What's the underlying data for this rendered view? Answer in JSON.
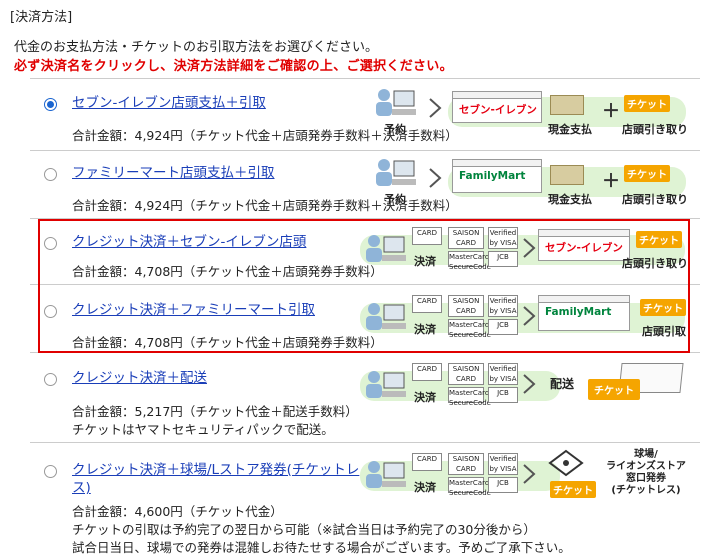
{
  "header": {
    "title": "[決済方法]",
    "intro": "代金のお支払方法・チケットのお引取方法をお選びください。",
    "warning": "必ず決済名をクリックし、決済方法詳細をご確認の上、ご選択ください。"
  },
  "labels": {
    "yoyaku": "予約",
    "kessai": "決済",
    "cash": "現金支払",
    "pickup": "店頭引き取り",
    "pickup2": "店頭引取",
    "ticket": "チケット",
    "delivery": "配送",
    "stadium": "球場/\nライオンズストア\n窓口発券\n(チケットレス)",
    "seven": "セブン-イレブン",
    "family": "FamilyMart",
    "card": "CARD",
    "saison": "SAISON CARD",
    "verified": "Verified by VISA",
    "mastercard": "MasterCard SecureCode",
    "jcb": "JCB"
  },
  "options": [
    {
      "name": "セブン-イレブン店頭支払＋引取",
      "selected": true,
      "total": "合計金額：4,924円（チケット代金＋店頭発券手数料＋決済手数料）",
      "notes": []
    },
    {
      "name": "ファミリーマート店頭支払＋引取",
      "selected": false,
      "total": "合計金額：4,924円（チケット代金＋店頭発券手数料＋決済手数料）",
      "notes": []
    },
    {
      "name": "クレジット決済＋セブン-イレブン店頭",
      "selected": false,
      "total": "合計金額：4,708円（チケット代金＋店頭発券手数料）",
      "notes": []
    },
    {
      "name": "クレジット決済＋ファミリーマート引取",
      "selected": false,
      "total": "合計金額：4,708円（チケット代金＋店頭発券手数料）",
      "notes": []
    },
    {
      "name": "クレジット決済＋配送",
      "selected": false,
      "total": "合計金額：5,217円（チケット代金＋配送手数料）",
      "notes": [
        "チケットはヤマトセキュリティパックで配送。"
      ]
    },
    {
      "name": "クレジット決済＋球場/Lストア発券(チケットレス)",
      "selected": false,
      "total": "合計金額：4,600円（チケット代金）",
      "notes": [
        "チケットの引取は予約完了の翌日から可能（※試合当日は予約完了の30分後から）",
        "試合日当日、球場での発券は混雑しお待たせする場合がございます。予めご了承下さい。"
      ]
    }
  ],
  "colors": {
    "link": "#1a3eb8",
    "warning": "#e00000",
    "highlight": "#e00000",
    "ticket": "#f5a500",
    "band": "#dff3d4"
  }
}
